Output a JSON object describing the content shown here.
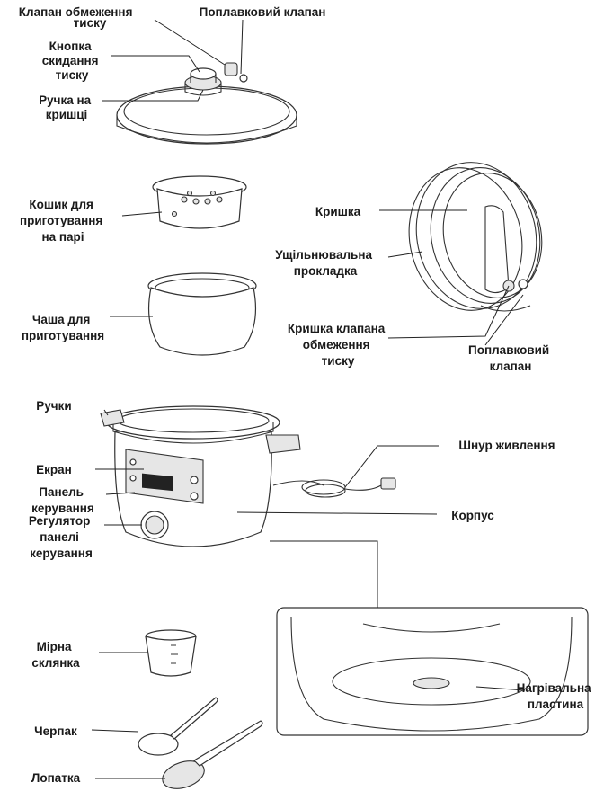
{
  "labels": {
    "pressure_valve": [
      "Клапан обмеження",
      "тиску"
    ],
    "float_valve_top": [
      "Поплавковий клапан"
    ],
    "release_button": [
      "Кнопка",
      "скидання",
      "тиску"
    ],
    "lid_handle": [
      "Ручка на",
      "кришці"
    ],
    "steam_basket": [
      "Кошик для",
      "приготування",
      "на парі"
    ],
    "lid": [
      "Кришка"
    ],
    "gasket": [
      "Ущільнювальна",
      "прокладка"
    ],
    "cooking_bowl": [
      "Чаша для",
      "приготування"
    ],
    "valve_cover": [
      "Кришка клапана",
      "обмеження",
      "тиску"
    ],
    "float_valve_side": [
      "Поплавковий",
      "клапан"
    ],
    "handles": [
      "Ручки"
    ],
    "power_cord": [
      "Шнур живлення"
    ],
    "screen": [
      "Екран"
    ],
    "control_panel": [
      "Панель",
      "керування"
    ],
    "body": [
      "Корпус"
    ],
    "panel_knob": [
      "Регулятор",
      "панелі",
      "керування"
    ],
    "measuring_cup": [
      "Мірна",
      "склянка"
    ],
    "ladle": [
      "Черпак"
    ],
    "spatula": [
      "Лопатка"
    ],
    "heating_plate": [
      "Нагрівальна",
      "пластина"
    ]
  }
}
